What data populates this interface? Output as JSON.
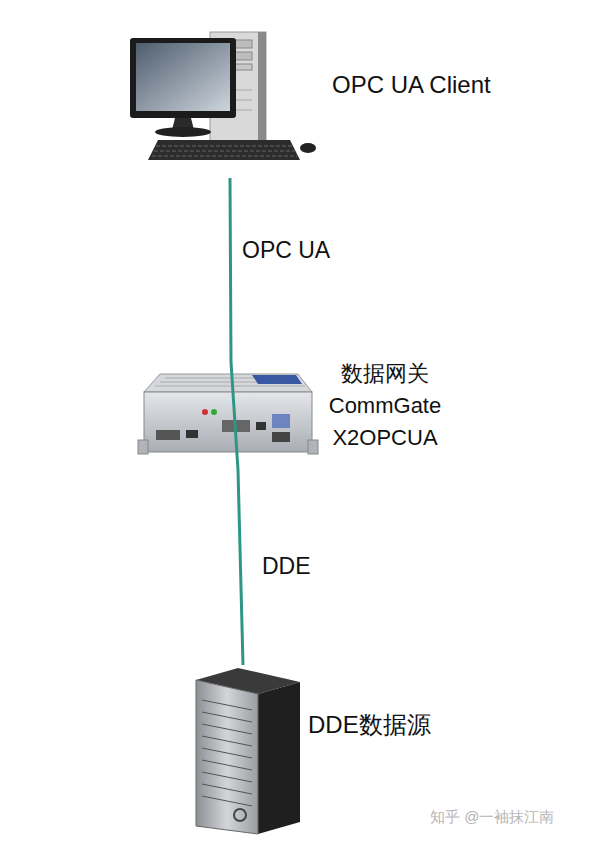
{
  "diagram": {
    "nodes": [
      {
        "text": [
          "OPC UA Client"
        ]
      },
      {
        "text": [
          "数据网关 CommGate X2OPCUA"
        ]
      },
      {
        "text": [
          "DDE数据源"
        ]
      }
    ],
    "edges": [
      {
        "from": 0,
        "to": 1,
        "label": "OPC UA",
        "arrow": "none"
      },
      {
        "from": 1,
        "to": 2,
        "label": "DDE",
        "arrow": "none"
      }
    ],
    "labels": [
      "知乎 @一袖抹江南"
    ]
  }
}
